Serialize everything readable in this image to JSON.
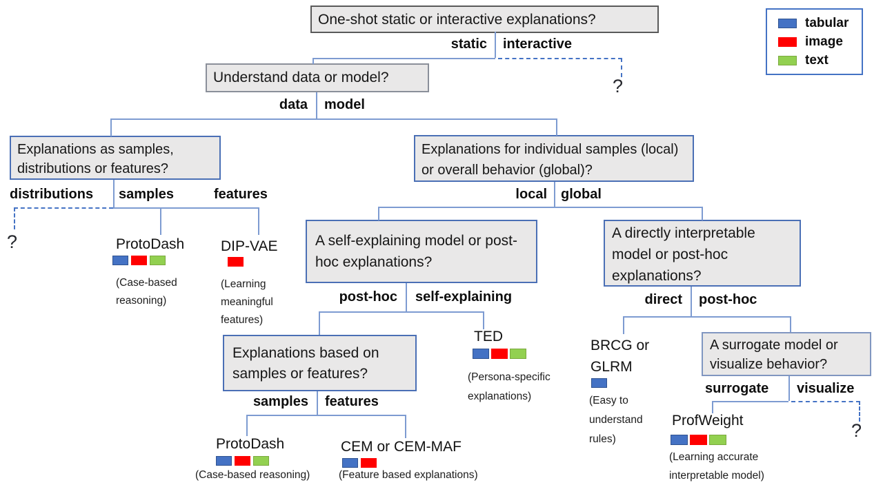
{
  "colors": {
    "tabular": "#4472C4",
    "image": "#FF0000",
    "text": "#92D050"
  },
  "legend": {
    "tabular": "tabular",
    "image": "image",
    "text": "text"
  },
  "questions": {
    "root": "One-shot static or interactive explanations?",
    "understand": "Understand data or model?",
    "data_explanations": "Explanations as samples, distributions or features?",
    "local_global": "Explanations for individual samples (local) or overall behavior (global)?",
    "self_explaining": "A self-explaining model or post-hoc explanations?",
    "samples_features": "Explanations based on samples or features?",
    "direct_interpretable": "A directly interpretable model or post-hoc explanations?",
    "surrogate_visualize": "A surrogate model or visualize behavior?"
  },
  "branches": {
    "static": "static",
    "interactive": "interactive",
    "data": "data",
    "model": "model",
    "distributions": "distributions",
    "samples": "samples",
    "features": "features",
    "local": "local",
    "global": "global",
    "post_hoc": "post-hoc",
    "self_explaining": "self-explaining",
    "samples2": "samples",
    "features2": "features",
    "direct": "direct",
    "post_hoc2": "post-hoc",
    "surrogate": "surrogate",
    "visualize": "visualize"
  },
  "unknown_marker": "?",
  "methods": {
    "protodash_data": {
      "name": "ProtoDash",
      "desc": "(Case-based reasoning)"
    },
    "dip_vae": {
      "name": "DIP-VAE",
      "desc": "(Learning meaningful features)"
    },
    "ted": {
      "name": "TED",
      "desc": "(Persona-specific explanations)"
    },
    "protodash_local": {
      "name": "ProtoDash",
      "desc": "(Case-based  reasoning)"
    },
    "cem": {
      "name": "CEM or CEM-MAF",
      "desc": "(Feature based explanations)"
    },
    "brcg": {
      "name": "BRCG or GLRM",
      "desc": "(Easy to understand rules)"
    },
    "profweight": {
      "name": "ProfWeight",
      "desc": "(Learning accurate interpretable model)"
    }
  }
}
